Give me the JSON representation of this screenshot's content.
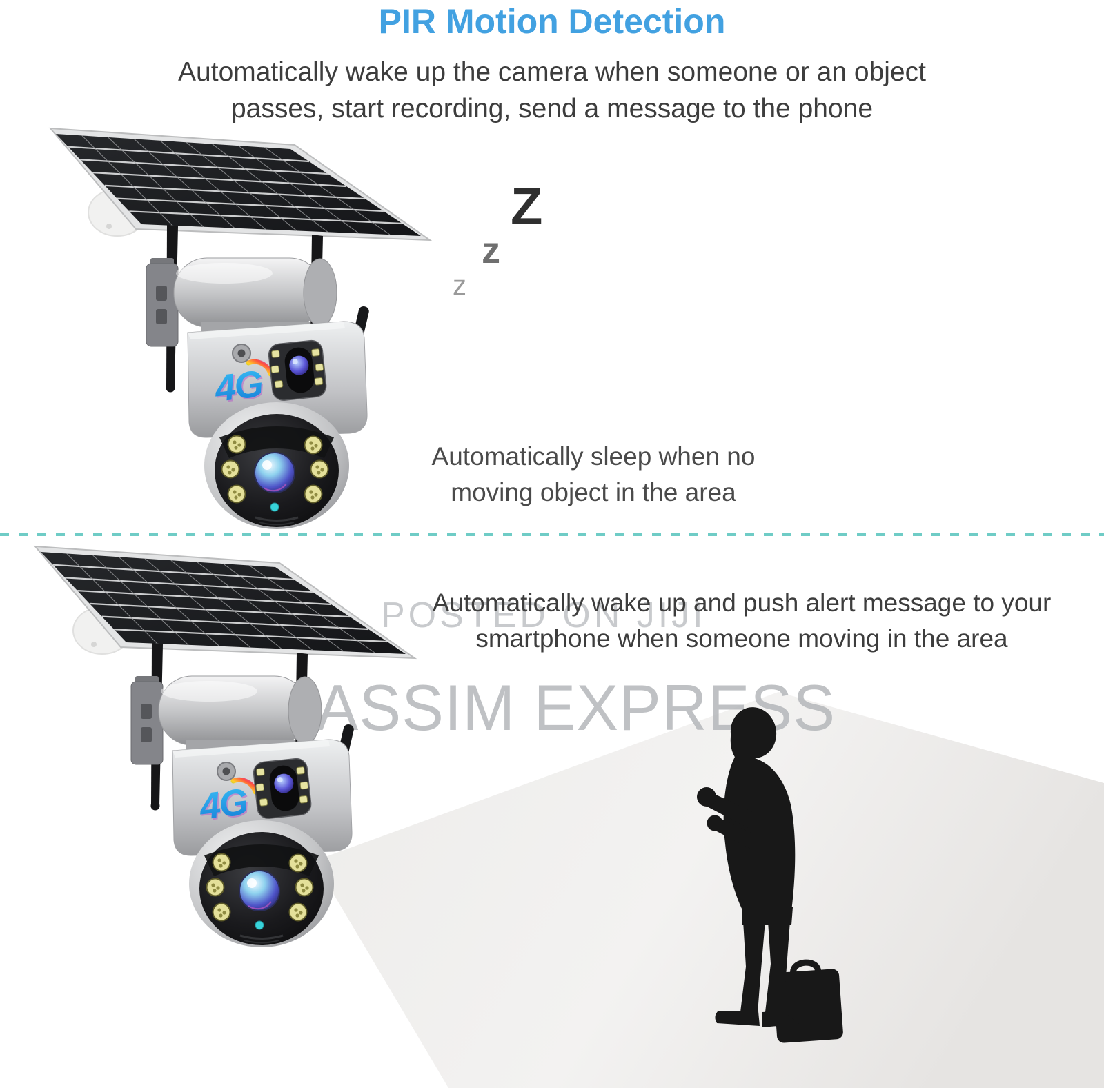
{
  "header": {
    "title": "PIR Motion Detection",
    "subtitle_line1": "Automatically wake up the camera when someone or an object",
    "subtitle_line2": "passes, start recording, send a message to the phone"
  },
  "sleep_section": {
    "zzz": [
      "Z",
      "z",
      "z"
    ],
    "note_line1": "Automatically sleep when no",
    "note_line2": "moving object in the area"
  },
  "alert_section": {
    "note_line1": "Automatically wake up and push alert message to your",
    "note_line2": "smartphone when someone moving in the area"
  },
  "camera": {
    "network_label": "4G"
  },
  "watermarks": {
    "posted_on": "POSTED ON JIJI",
    "seller": "JASSIM EXPRESS"
  },
  "colors": {
    "accent_blue": "#42a1e1",
    "text_dark": "#3d3d3d",
    "text_mid": "#4a4a4a",
    "teal_dash": "#5fc6c0",
    "beam_light": "#f3f2f1",
    "beam_mid": "#edecea",
    "beam_dark": "#e6e4e2",
    "silhouette": "#181818",
    "watermark_gray": "#b4b7ba"
  }
}
